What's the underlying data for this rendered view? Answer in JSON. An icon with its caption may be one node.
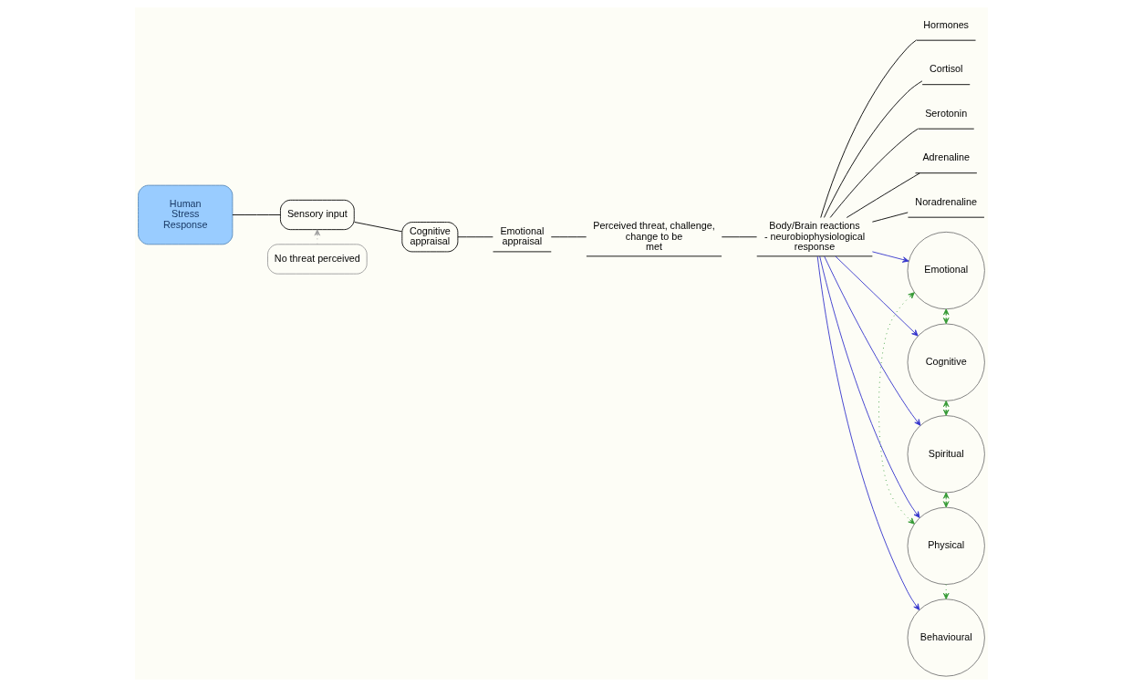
{
  "diagram": {
    "nodes": [
      {
        "text": [
          "Human Stress Response"
        ]
      },
      {
        "text": [
          "Sensory input"
        ]
      },
      {
        "text": [
          "Cognitive appraisal"
        ]
      },
      {
        "text": [
          "Emotional appraisal"
        ]
      },
      {
        "text": [
          "Perceived threat, challenge, change to be met"
        ]
      },
      {
        "text": [
          "Body/Brain reactions - neurobiophysiological response"
        ]
      },
      {
        "text": [
          "Hormones"
        ]
      },
      {
        "text": [
          "Cortisol"
        ]
      },
      {
        "text": [
          "Serotonin"
        ]
      },
      {
        "text": [
          "Adrenaline"
        ]
      },
      {
        "text": [
          "Noradrenaline"
        ]
      },
      {
        "text": [
          "No threat perceived"
        ]
      },
      {
        "text": [
          "Emotional"
        ]
      },
      {
        "text": [
          "Cognitive"
        ]
      },
      {
        "text": [
          "Spiritual"
        ]
      },
      {
        "text": [
          "Physical"
        ]
      },
      {
        "text": [
          "Behavioural"
        ]
      }
    ],
    "edges": [
      {
        "from": 0,
        "to": 1,
        "arrow": "none"
      },
      {
        "from": 1,
        "to": 2,
        "arrow": "none"
      },
      {
        "from": 2,
        "to": 3,
        "arrow": "none"
      },
      {
        "from": 3,
        "to": 4,
        "arrow": "none"
      },
      {
        "from": 4,
        "to": 5,
        "arrow": "none"
      },
      {
        "from": 5,
        "to": 6,
        "arrow": "none"
      },
      {
        "from": 5,
        "to": 7,
        "arrow": "none"
      },
      {
        "from": 5,
        "to": 8,
        "arrow": "none"
      },
      {
        "from": 5,
        "to": 9,
        "arrow": "none"
      },
      {
        "from": 5,
        "to": 10,
        "arrow": "none"
      },
      {
        "from": 11,
        "to": 1,
        "arrow": "to",
        "style": "dashed",
        "color": "#a0a0a0"
      },
      {
        "from": 5,
        "to": 12,
        "arrow": "to",
        "color": "#3333cc"
      },
      {
        "from": 5,
        "to": 13,
        "arrow": "to",
        "color": "#3333cc"
      },
      {
        "from": 5,
        "to": 14,
        "arrow": "to",
        "color": "#3333cc"
      },
      {
        "from": 5,
        "to": 15,
        "arrow": "to",
        "color": "#3333cc"
      },
      {
        "from": 5,
        "to": 16,
        "arrow": "to",
        "color": "#3333cc"
      },
      {
        "from": 12,
        "to": 13,
        "arrow": "both",
        "style": "dashed",
        "color": "#339933"
      },
      {
        "from": 13,
        "to": 14,
        "arrow": "both",
        "style": "dashed",
        "color": "#339933"
      },
      {
        "from": 14,
        "to": 15,
        "arrow": "both",
        "style": "dashed",
        "color": "#339933"
      },
      {
        "from": 12,
        "to": 15,
        "arrow": "both",
        "style": "dashed",
        "color": "#339933"
      },
      {
        "from": 15,
        "to": 16,
        "arrow": "to",
        "style": "dashed",
        "color": "#339933"
      }
    ]
  }
}
